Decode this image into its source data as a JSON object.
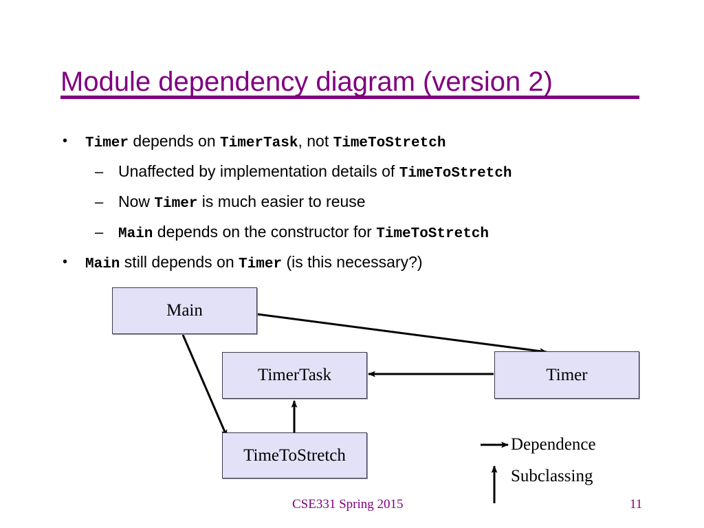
{
  "slide": {
    "title": "Module dependency diagram (version 2)",
    "accent_color": "#800080",
    "node_fill_color": "#E2E1F7",
    "node_border_color": "#3A3A4A"
  },
  "bullets": {
    "marker_bullet": "•",
    "marker_dash": "–",
    "items": [
      {
        "level": 1,
        "parts": [
          {
            "text": "Timer",
            "code": true
          },
          {
            "text": " depends on ",
            "code": false
          },
          {
            "text": "TimerTask",
            "code": true
          },
          {
            "text": ", not ",
            "code": false
          },
          {
            "text": "TimeToStretch",
            "code": true
          }
        ]
      },
      {
        "level": 2,
        "parts": [
          {
            "text": "Unaffected by implementation details of ",
            "code": false
          },
          {
            "text": "TimeToStretch",
            "code": true
          }
        ]
      },
      {
        "level": 2,
        "parts": [
          {
            "text": "Now ",
            "code": false
          },
          {
            "text": "Timer",
            "code": true
          },
          {
            "text": " is much easier to reuse",
            "code": false
          }
        ]
      },
      {
        "level": 2,
        "parts": [
          {
            "text": "Main",
            "code": true
          },
          {
            "text": " depends on the constructor for ",
            "code": false
          },
          {
            "text": "TimeToStretch",
            "code": true
          }
        ]
      },
      {
        "level": 1,
        "parts": [
          {
            "text": "Main",
            "code": true
          },
          {
            "text": " still depends on ",
            "code": false
          },
          {
            "text": "Timer",
            "code": true
          },
          {
            "text": " (is this necessary?)",
            "code": false
          }
        ]
      }
    ]
  },
  "diagram": {
    "nodes": [
      {
        "id": "main",
        "label": "Main"
      },
      {
        "id": "timertask",
        "label": "TimerTask"
      },
      {
        "id": "timer",
        "label": "Timer"
      },
      {
        "id": "tts",
        "label": "TimeToStretch"
      }
    ],
    "edges": [
      {
        "from": "Main",
        "to": "Timer",
        "kind": "Dependence"
      },
      {
        "from": "Main",
        "to": "TimeToStretch",
        "kind": "Dependence"
      },
      {
        "from": "Timer",
        "to": "TimerTask",
        "kind": "Dependence"
      },
      {
        "from": "TimeToStretch",
        "to": "TimerTask",
        "kind": "Subclassing"
      }
    ]
  },
  "legend": {
    "dependence": "Dependence",
    "subclassing": "Subclassing"
  },
  "footer": {
    "course": "CSE331 Spring 2015",
    "page_number": "11"
  }
}
